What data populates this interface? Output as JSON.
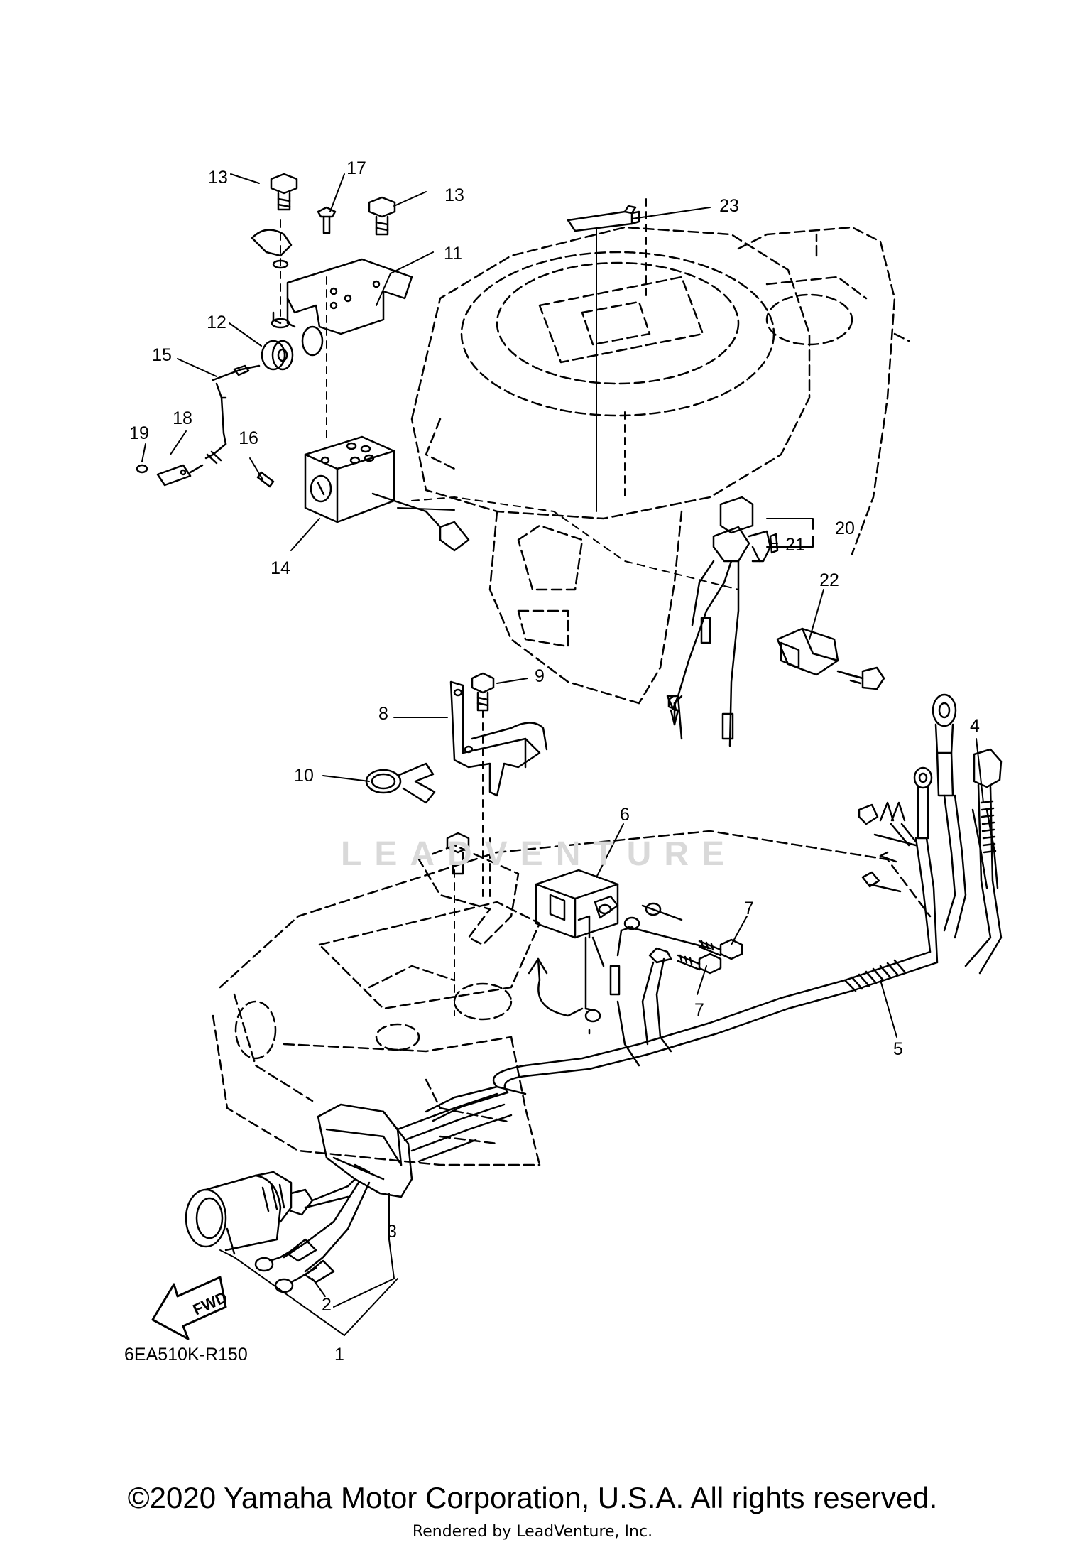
{
  "diagram": {
    "part_callouts": [
      {
        "id": "c1",
        "label": "1"
      },
      {
        "id": "c2",
        "label": "2"
      },
      {
        "id": "c3",
        "label": "3"
      },
      {
        "id": "c4",
        "label": "4"
      },
      {
        "id": "c5",
        "label": "5"
      },
      {
        "id": "c6",
        "label": "6"
      },
      {
        "id": "c7a",
        "label": "7"
      },
      {
        "id": "c7b",
        "label": "7"
      },
      {
        "id": "c8",
        "label": "8"
      },
      {
        "id": "c9",
        "label": "9"
      },
      {
        "id": "c10",
        "label": "10"
      },
      {
        "id": "c11",
        "label": "11"
      },
      {
        "id": "c12",
        "label": "12"
      },
      {
        "id": "c13a",
        "label": "13"
      },
      {
        "id": "c13b",
        "label": "13"
      },
      {
        "id": "c14",
        "label": "14"
      },
      {
        "id": "c15",
        "label": "15"
      },
      {
        "id": "c16",
        "label": "16"
      },
      {
        "id": "c17",
        "label": "17"
      },
      {
        "id": "c18",
        "label": "18"
      },
      {
        "id": "c19",
        "label": "19"
      },
      {
        "id": "c20",
        "label": "20"
      },
      {
        "id": "c21",
        "label": "21"
      },
      {
        "id": "c22",
        "label": "22"
      },
      {
        "id": "c23",
        "label": "23"
      }
    ],
    "diagram_code": "6EA510K-R150",
    "fwd_label": "FWD",
    "watermark": "LEADVENTURE"
  },
  "footer": {
    "copyright": "©2020 Yamaha Motor Corporation, U.S.A. All rights reserved.",
    "rendered_by": "Rendered by LeadVenture, Inc."
  }
}
